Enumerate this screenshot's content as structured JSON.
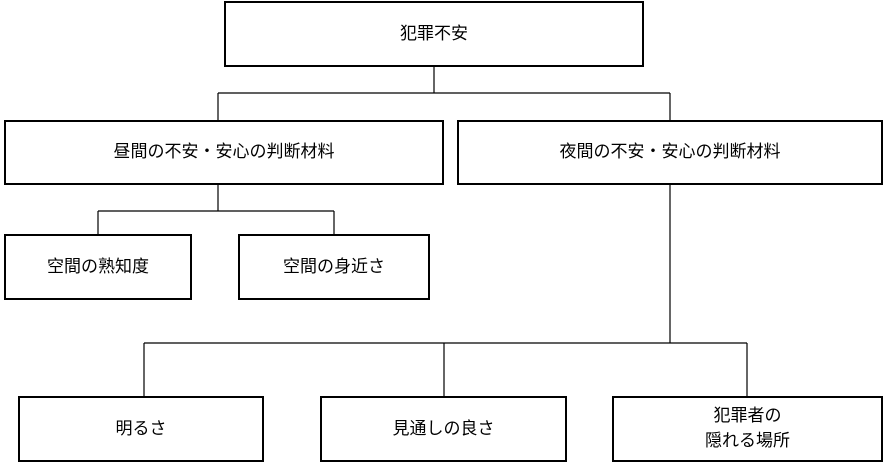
{
  "diagram": {
    "root": {
      "label": "犯罪不安"
    },
    "day": {
      "label": "昼間の不安・安心の判断材料"
    },
    "night": {
      "label": "夜間の不安・安心の判断材料"
    },
    "day_children": [
      {
        "label": "空間の熟知度"
      },
      {
        "label": "空間の身近さ"
      }
    ],
    "night_children": [
      {
        "label": "明るさ"
      },
      {
        "label": "見通しの良さ"
      },
      {
        "label": "犯罪者の\n隠れる場所"
      }
    ]
  }
}
